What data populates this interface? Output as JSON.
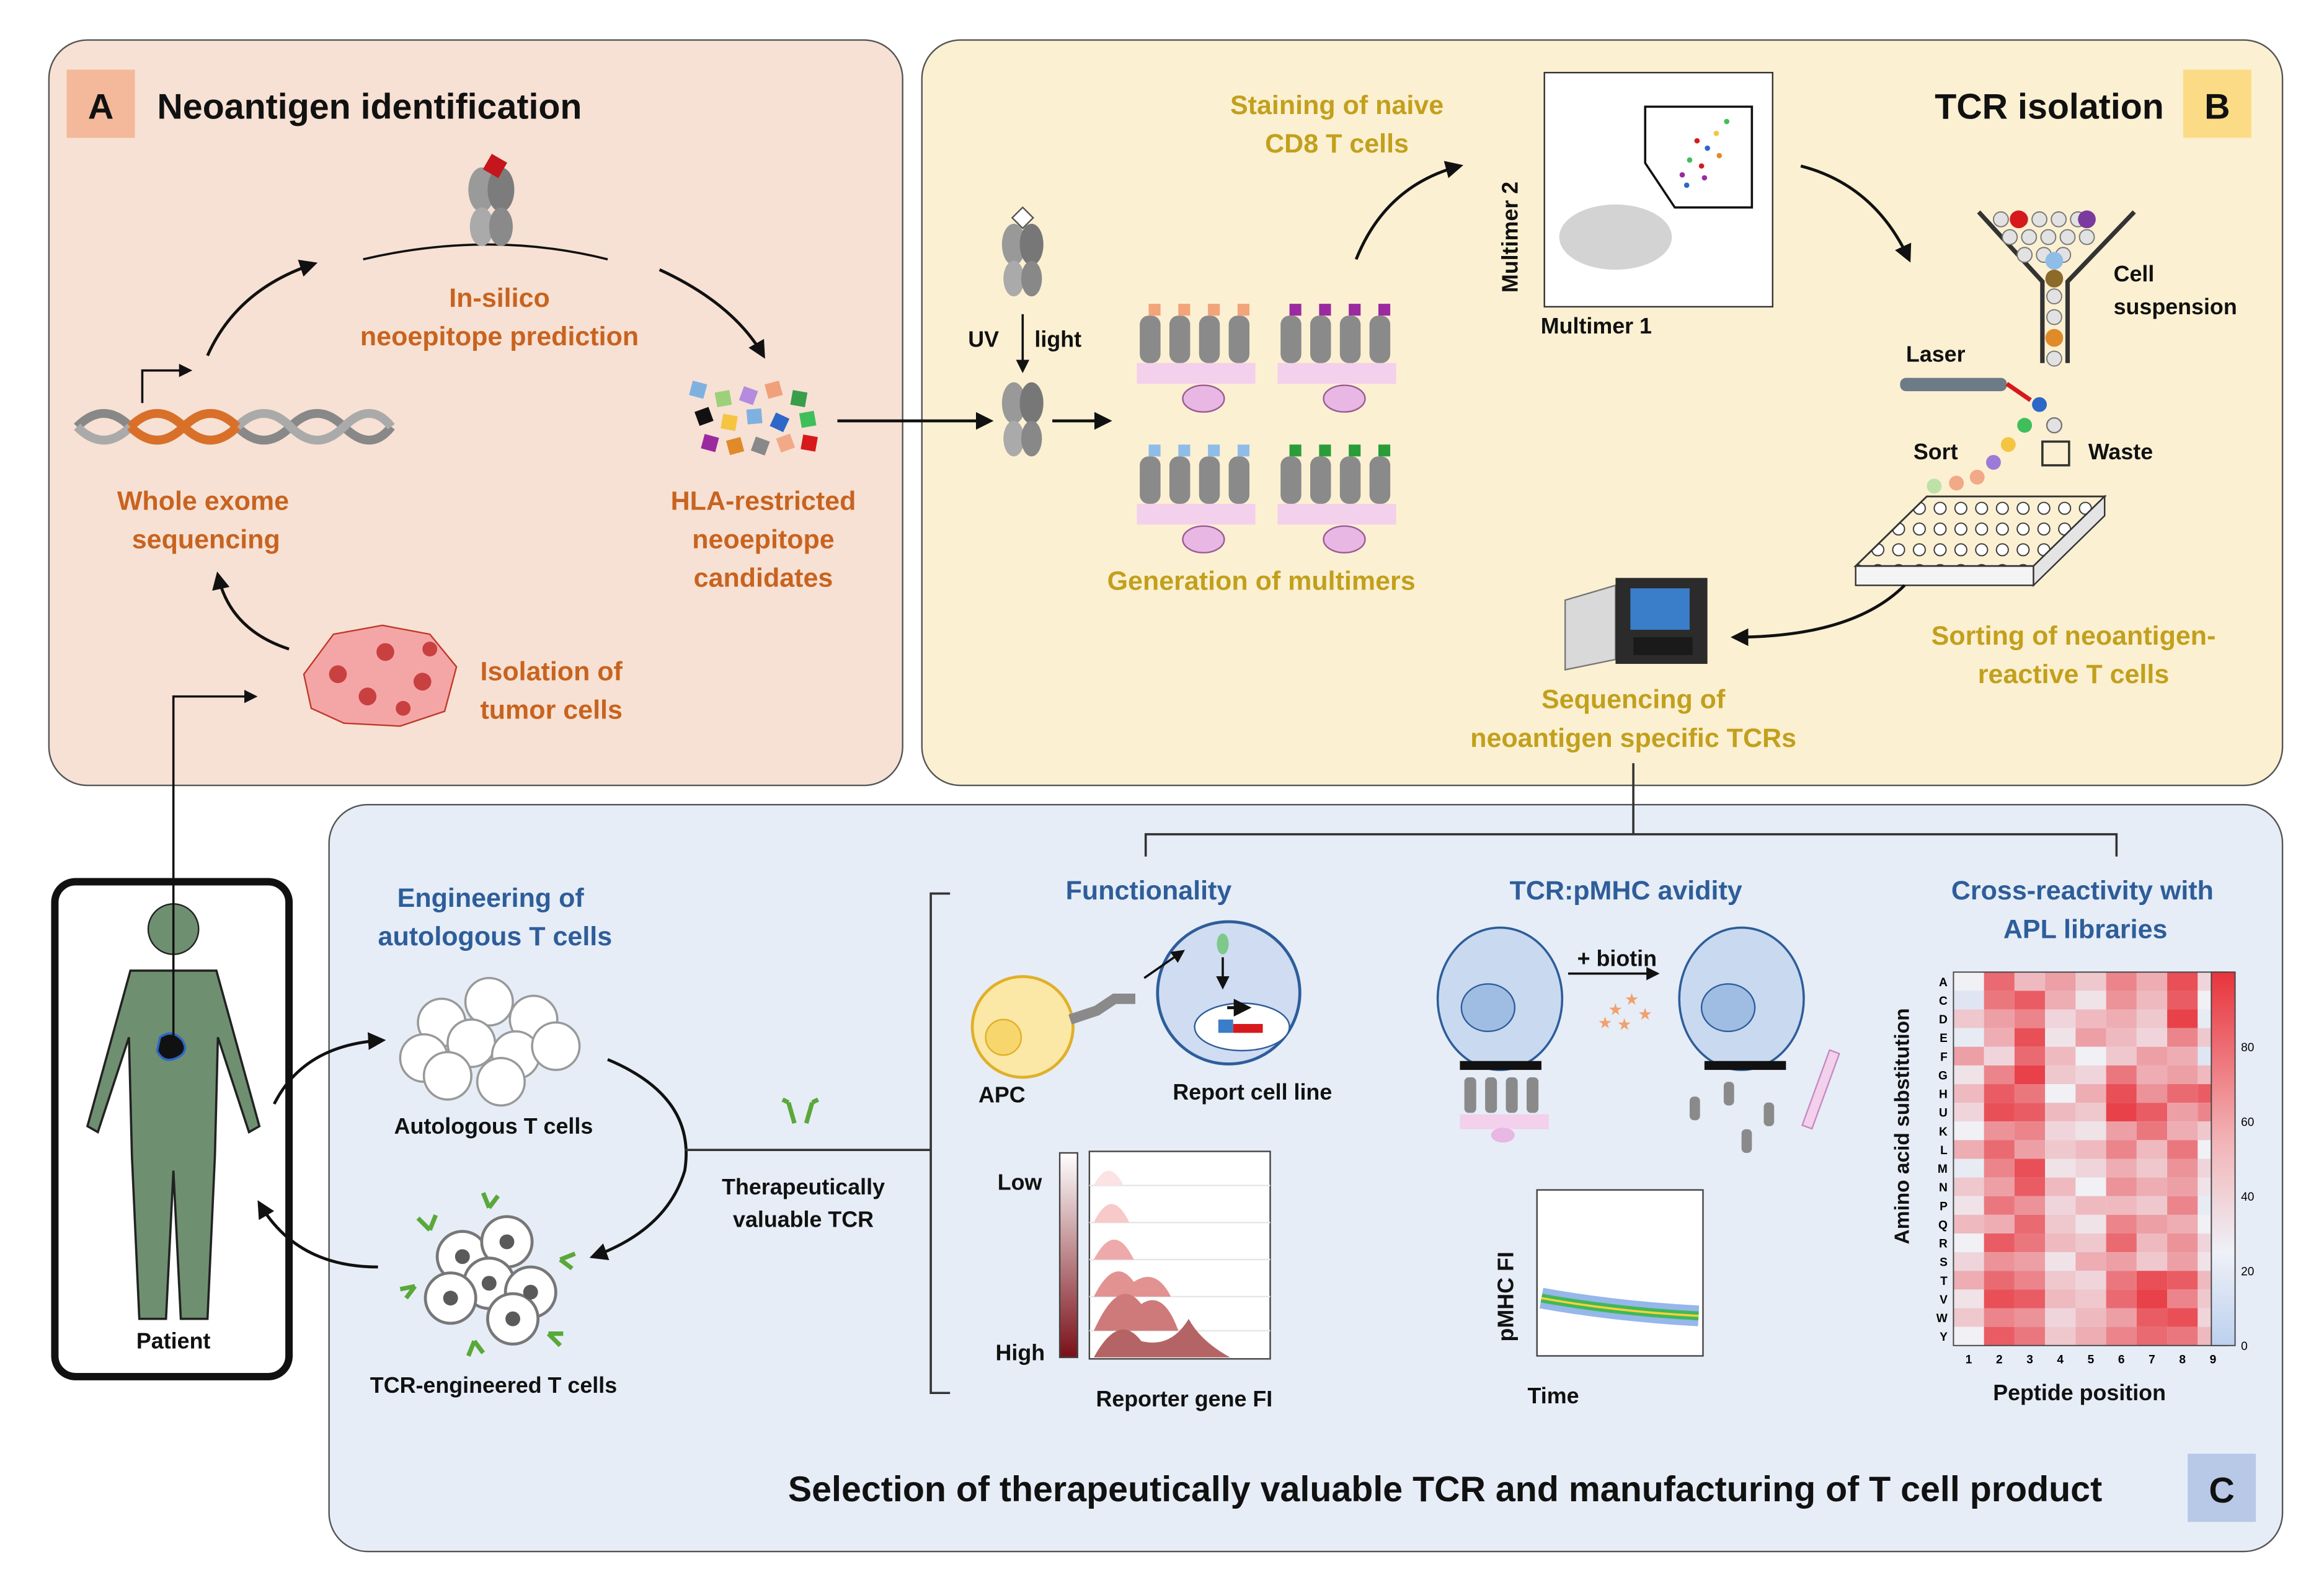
{
  "panels": {
    "a": {
      "letter": "A",
      "title": "Neoantigen identification",
      "color": "#f7e1d4",
      "badge": "#f4b89a"
    },
    "b": {
      "letter": "B",
      "title": "TCR isolation",
      "color": "#fcf0d2",
      "badge": "#fbdb85"
    },
    "c": {
      "letter": "C",
      "title": "Selection of therapeutically valuable TCR and manufacturing of T cell product",
      "color": "#e6edf6",
      "badge": "#b7c9e6"
    }
  },
  "panel_a": {
    "wes_line1": "Whole exome",
    "wes_line2": "sequencing",
    "insilico_line1": "In-silico",
    "insilico_line2": "neoepitope prediction",
    "hla_line1": "HLA-restricted",
    "hla_line2": "neoepitope",
    "hla_line3": "candidates",
    "tumor_line1": "Isolation of",
    "tumor_line2": "tumor cells"
  },
  "panel_b": {
    "uv": "UV",
    "light": "light",
    "multimers": "Generation of multimers",
    "staining_line1": "Staining of naive",
    "staining_line2": "CD8 T cells",
    "multimer_x": "Multimer 1",
    "multimer_y": "Multimer 2",
    "cell_line1": "Cell",
    "cell_line2": "suspension",
    "laser": "Laser",
    "sort": "Sort",
    "waste": "Waste",
    "sorting_line1": "Sorting of neoantigen-",
    "sorting_line2": "reactive T cells",
    "seq_line1": "Sequencing of",
    "seq_line2": "neoantigen specific TCRs"
  },
  "panel_c": {
    "patient": "Patient",
    "eng_line1": "Engineering of",
    "eng_line2": "autologous T cells",
    "auto_cells": "Autologous T cells",
    "tcr_cells": "TCR-engineered T cells",
    "thera_line1": "Therapeutically",
    "thera_line2": "valuable TCR",
    "functionality": "Functionality",
    "apc": "APC",
    "report": "Report cell line",
    "low": "Low",
    "high": "High",
    "reporter_fi": "Reporter gene FI",
    "avidity": "TCR:pMHC avidity",
    "biotin": "+ biotin",
    "pmhc_fi": "pMHC FI",
    "time": "Time",
    "cross_line1": "Cross-reactivity with",
    "cross_line2": "APL libraries"
  },
  "heatmap": {
    "ylabel": "Amino acid substitution",
    "xlabel": "Peptide position",
    "rows": [
      "A",
      "C",
      "D",
      "E",
      "F",
      "G",
      "H",
      "U",
      "K",
      "L",
      "M",
      "N",
      "P",
      "Q",
      "R",
      "S",
      "T",
      "V",
      "W",
      "Y"
    ],
    "cols": [
      "1",
      "2",
      "3",
      "4",
      "5",
      "6",
      "7",
      "8",
      "9"
    ],
    "colorbar_ticks": [
      "0",
      "20",
      "40",
      "60",
      "80"
    ],
    "values": [
      [
        30,
        80,
        50,
        60,
        45,
        70,
        55,
        90,
        40
      ],
      [
        20,
        75,
        85,
        55,
        35,
        65,
        50,
        85,
        30
      ],
      [
        45,
        60,
        70,
        40,
        50,
        55,
        45,
        95,
        25
      ],
      [
        25,
        55,
        90,
        35,
        60,
        50,
        40,
        70,
        45
      ],
      [
        60,
        40,
        80,
        50,
        30,
        45,
        60,
        55,
        20
      ],
      [
        35,
        70,
        95,
        45,
        40,
        75,
        55,
        60,
        50
      ],
      [
        50,
        85,
        75,
        30,
        55,
        90,
        65,
        80,
        85
      ],
      [
        40,
        90,
        85,
        50,
        45,
        95,
        85,
        60,
        70
      ],
      [
        30,
        65,
        70,
        40,
        35,
        60,
        75,
        55,
        45
      ],
      [
        55,
        80,
        60,
        45,
        50,
        70,
        50,
        75,
        30
      ],
      [
        25,
        70,
        90,
        35,
        40,
        55,
        45,
        65,
        40
      ],
      [
        45,
        60,
        85,
        50,
        30,
        65,
        55,
        60,
        35
      ],
      [
        35,
        75,
        65,
        40,
        50,
        50,
        45,
        70,
        25
      ],
      [
        50,
        55,
        80,
        45,
        35,
        70,
        60,
        55,
        30
      ],
      [
        30,
        85,
        75,
        50,
        45,
        80,
        50,
        65,
        40
      ],
      [
        40,
        65,
        60,
        35,
        55,
        60,
        45,
        60,
        35
      ],
      [
        55,
        80,
        70,
        45,
        40,
        75,
        90,
        85,
        50
      ],
      [
        35,
        90,
        85,
        50,
        45,
        80,
        95,
        70,
        45
      ],
      [
        45,
        70,
        65,
        40,
        50,
        60,
        85,
        90,
        40
      ],
      [
        30,
        85,
        75,
        45,
        55,
        70,
        80,
        75,
        50
      ]
    ]
  }
}
